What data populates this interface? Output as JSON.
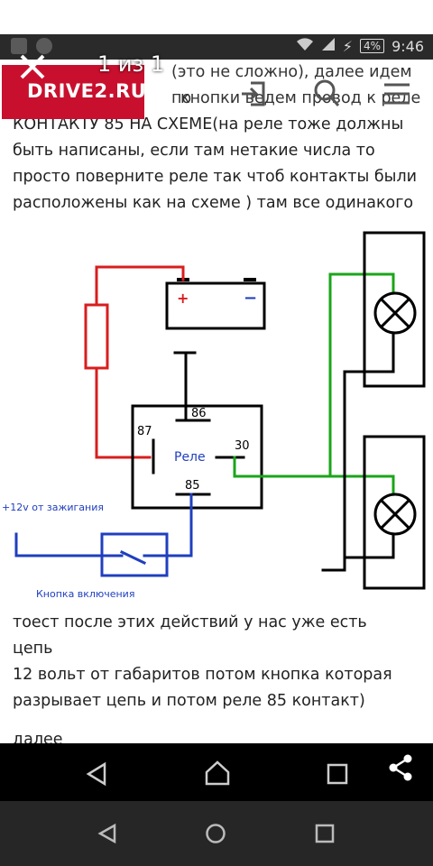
{
  "status_bar": {
    "battery": "4%",
    "time": "9:46"
  },
  "viewer": {
    "counter": "1 из 1"
  },
  "site": {
    "logo": "DRIVE2.RU"
  },
  "article": {
    "top_lines": [
      "КОНТАКТУ 85 НА СХЕМЕ(на реле тоже должны",
      "быть написаны, если там нетакие числа то",
      "просто поверните реле так чтоб контакты были",
      "расположены как на схеме ) там все одинакого"
    ],
    "hidden_line": "(это не сложно), далее идем по",
    "hidden_line2": "кнопки ведем провод к реле",
    "bottom_lines": [
      "тоест после этих действий у нас уже есть",
      "цепь",
      "12 вольт от габаритов потом кнопка которая",
      "разрывает цепь и потом реле 85 контакт)"
    ],
    "cut_line": "далее"
  },
  "diagram": {
    "battery_plus": "+",
    "battery_minus": "−",
    "relay_label": "Реле",
    "pin_87": "87",
    "pin_86": "86",
    "pin_30": "30",
    "pin_85": "85",
    "source_label": "+12v  от зажигания",
    "button_label": "Кнопка включения",
    "colors": {
      "red": "#d81e1e",
      "green": "#1aa51a",
      "blue": "#1f3fbf",
      "black": "#000000"
    }
  }
}
